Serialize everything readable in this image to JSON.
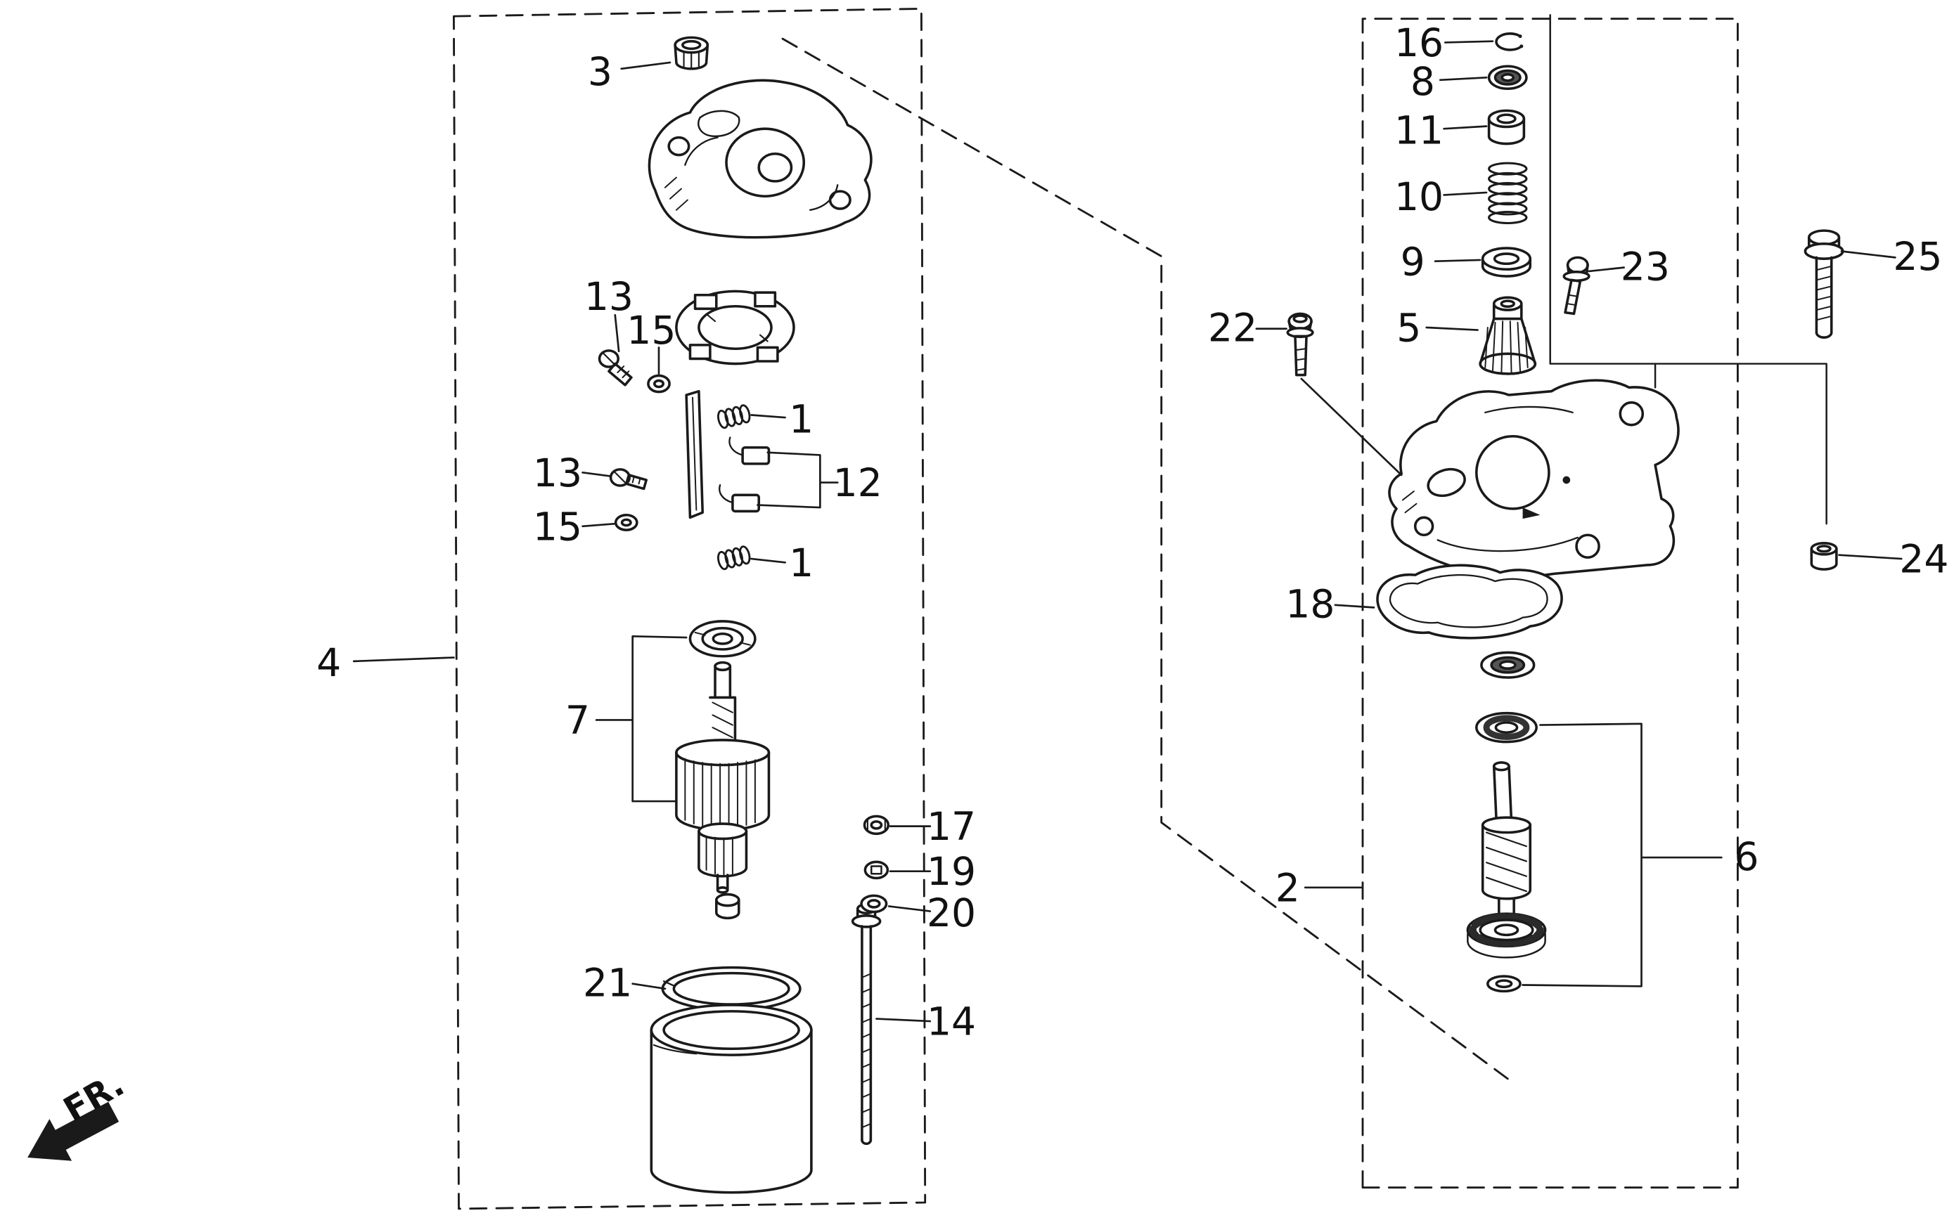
{
  "colors": {
    "ink": "#1a1a1a",
    "background": "#ffffff"
  },
  "fr_arrow": {
    "text": "FR."
  },
  "part_labels": [
    {
      "text": "3"
    },
    {
      "text": "13"
    },
    {
      "text": "15"
    },
    {
      "text": "1"
    },
    {
      "text": "12"
    },
    {
      "text": "13"
    },
    {
      "text": "15"
    },
    {
      "text": "1"
    },
    {
      "text": "4"
    },
    {
      "text": "7"
    },
    {
      "text": "17"
    },
    {
      "text": "19"
    },
    {
      "text": "20"
    },
    {
      "text": "21"
    },
    {
      "text": "14"
    },
    {
      "text": "16"
    },
    {
      "text": "8"
    },
    {
      "text": "11"
    },
    {
      "text": "10"
    },
    {
      "text": "9"
    },
    {
      "text": "23"
    },
    {
      "text": "5"
    },
    {
      "text": "22"
    },
    {
      "text": "25"
    },
    {
      "text": "24"
    },
    {
      "text": "18"
    },
    {
      "text": "2"
    },
    {
      "text": "6"
    }
  ]
}
